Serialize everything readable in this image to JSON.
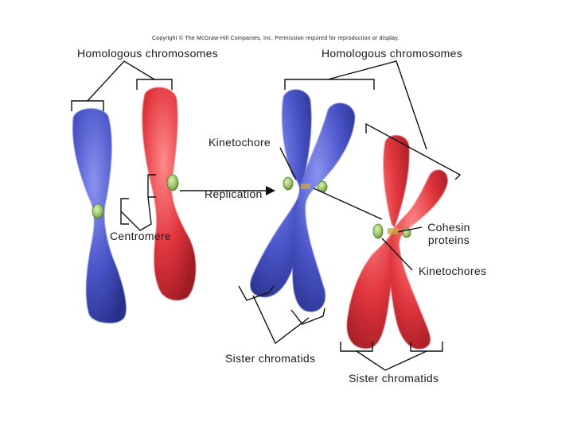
{
  "copyright": "Copyright © The McGraw-Hill Companies, Inc. Permission required for reproduction or display.",
  "labels": {
    "homologous_left": "Homologous chromosomes",
    "homologous_right": "Homologous chromosomes",
    "kinetochore": "Kinetochore",
    "replication": "Replication",
    "centromere": "Centromere",
    "cohesin_line1": "Cohesin",
    "cohesin_line2": "proteins",
    "kinetochores": "Kinetochores",
    "sister_chromatids_1": "Sister chromatids",
    "sister_chromatids_2": "Sister chromatids"
  },
  "colors": {
    "blue_chromosome": "#4a55c8",
    "red_chromosome": "#e0353d",
    "kinetochore": "#9cc46a",
    "line": "#111111"
  }
}
